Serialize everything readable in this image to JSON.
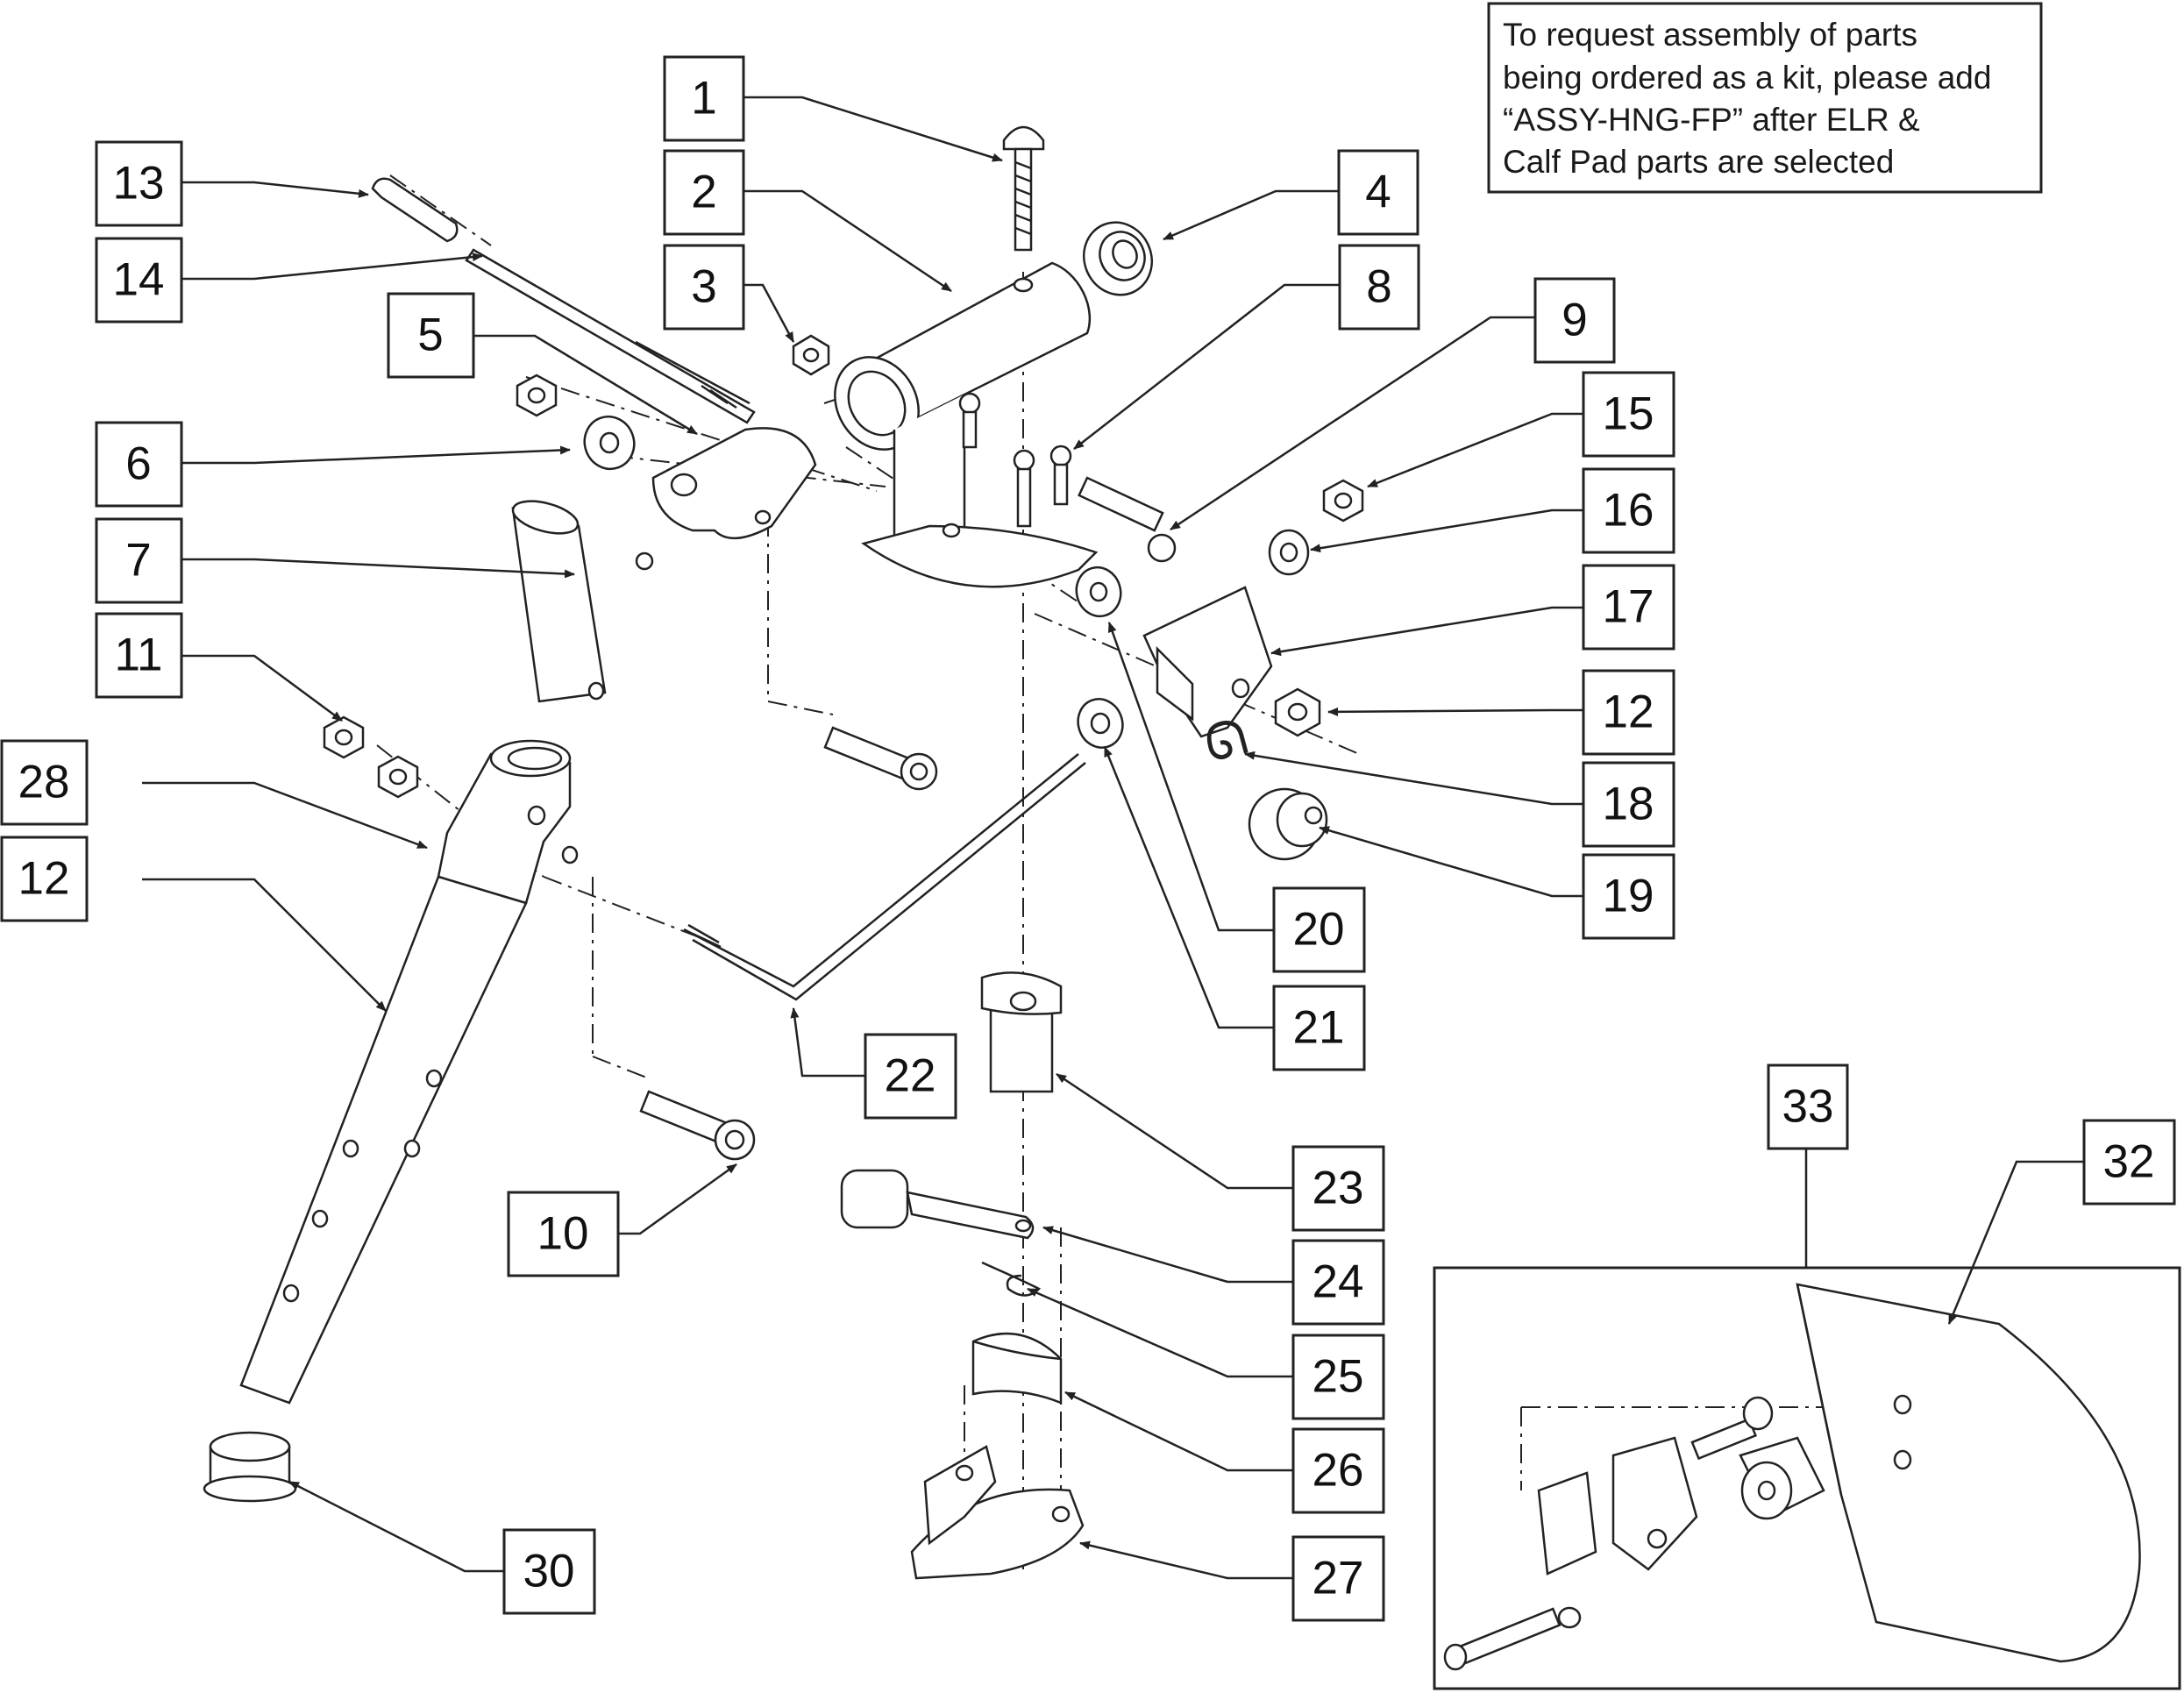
{
  "note": {
    "lines": [
      "To request assembly of parts",
      "being ordered as a kit, please add",
      "“ASSY-HNG-FP” after ELR &",
      "Calf Pad parts are selected"
    ]
  },
  "callouts": {
    "c1": "1",
    "c2": "2",
    "c3": "3",
    "c4": "4",
    "c5": "5",
    "c6": "6",
    "c7": "7",
    "c8": "8",
    "c9": "9",
    "c10": "10",
    "c11": "11",
    "c12a": "12",
    "c12b": "12",
    "c13": "13",
    "c14": "14",
    "c15": "15",
    "c16": "16",
    "c17": "17",
    "c18": "18",
    "c19": "19",
    "c20": "20",
    "c21": "21",
    "c22": "22",
    "c23": "23",
    "c24": "24",
    "c25": "25",
    "c26": "26",
    "c27": "27",
    "c28": "28",
    "c30": "30",
    "c32": "32",
    "c33": "33"
  },
  "spring_glyph": "ᘏ"
}
